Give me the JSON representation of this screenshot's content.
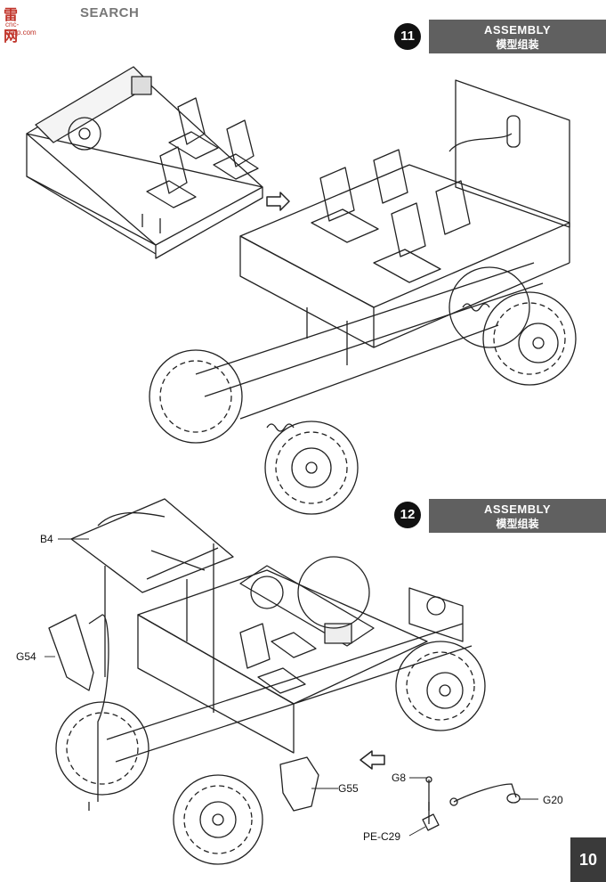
{
  "watermark": {
    "logo": "雷 网",
    "search": "SEARCH",
    "url": "cnc-shop.com"
  },
  "step11": {
    "number": "11",
    "title_en": "ASSEMBLY",
    "title_zh": "模型组装"
  },
  "step12": {
    "number": "12",
    "title_en": "ASSEMBLY",
    "title_zh": "模型组装"
  },
  "callouts": {
    "b4": "B4",
    "g54": "G54",
    "g55": "G55",
    "g8": "G8",
    "g20": "G20",
    "pe_c29": "PE-C29"
  },
  "page_number": "10"
}
